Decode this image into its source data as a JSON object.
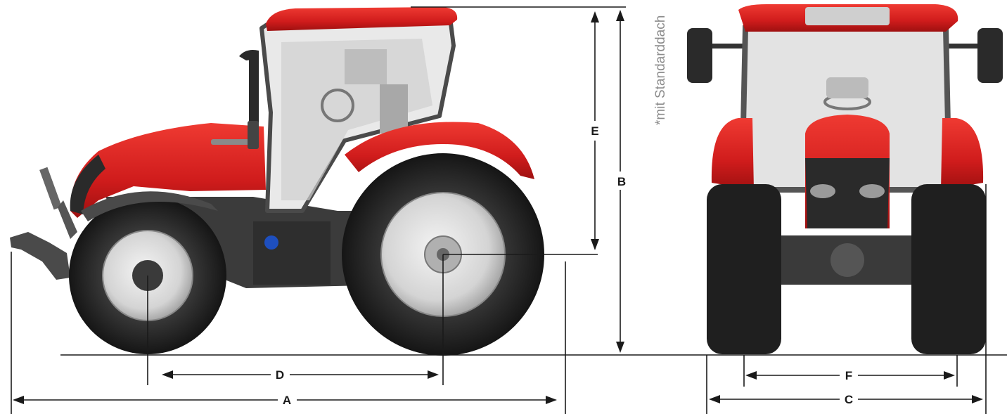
{
  "note": "*mit Standarddach",
  "labels": {
    "A": "A",
    "B": "B",
    "C": "C",
    "D": "D",
    "E": "E",
    "F": "F"
  },
  "colors": {
    "body_red": "#d61f1f",
    "tyre": "#222222",
    "rim": "#d9d9d9",
    "line": "#1a1a1a"
  }
}
